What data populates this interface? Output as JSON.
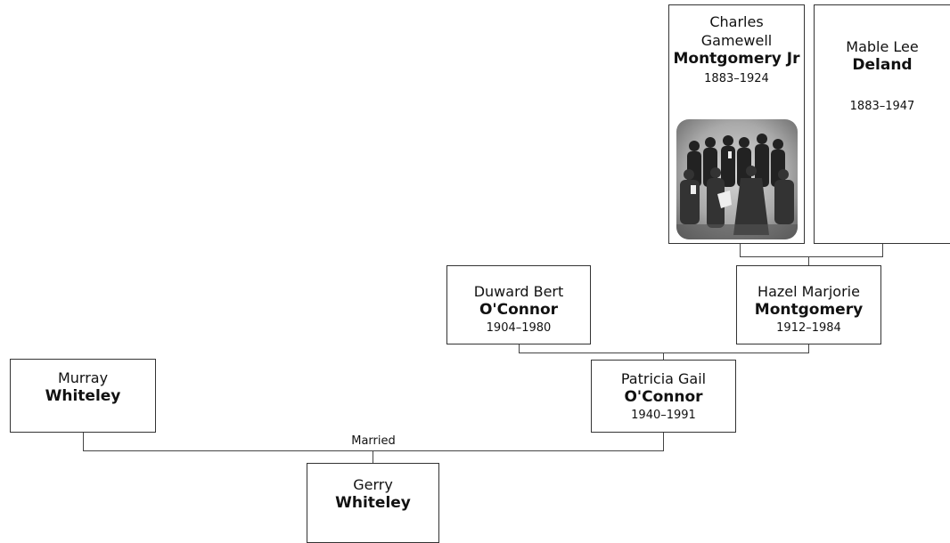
{
  "people": {
    "charles": {
      "given": "Charles Gamewell",
      "surname": "Montgomery Jr",
      "years": "1883–1924"
    },
    "mable": {
      "given": "Mable Lee",
      "surname": "Deland",
      "years": "1883–1947"
    },
    "duward": {
      "given": "Duward Bert",
      "surname": "O'Connor",
      "years": "1904–1980"
    },
    "hazel": {
      "given": "Hazel Marjorie",
      "surname": "Montgomery",
      "years": "1912–1984"
    },
    "murray": {
      "given": "Murray",
      "surname": "Whiteley"
    },
    "patricia": {
      "given": "Patricia Gail",
      "surname": "O'Connor",
      "years": "1940–1991"
    },
    "gerry": {
      "given": "Gerry",
      "surname": "Whiteley"
    }
  },
  "relationship_label": "Married",
  "colors": {
    "border": "#333333",
    "line": "#444444",
    "background": "#ffffff"
  }
}
